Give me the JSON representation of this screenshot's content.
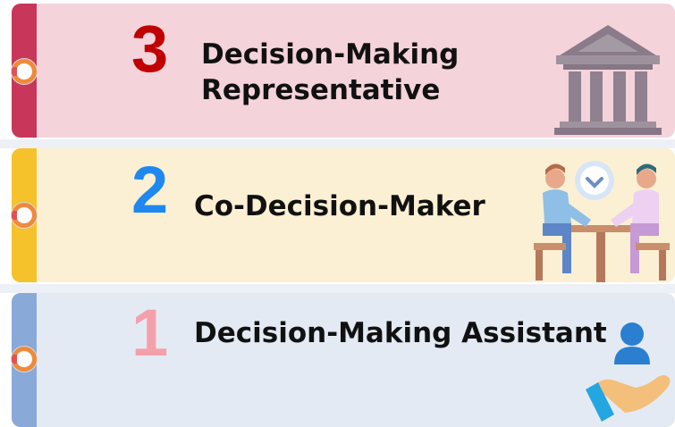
{
  "levels": [
    {
      "number": "3",
      "label_line1": "Decision-Making",
      "label_line2": "Representative",
      "icon": "government-building-icon",
      "colors": {
        "card": "#f5d3db",
        "stripe": "#c8375a",
        "number": "#c00000"
      }
    },
    {
      "number": "2",
      "label_line1": "Co-Decision-Maker",
      "icon": "two-people-at-table-icon",
      "colors": {
        "card": "#fbf0d3",
        "stripe": "#f6c22c",
        "number": "#1e88f0"
      }
    },
    {
      "number": "1",
      "label_line1": "Decision-Making Assistant",
      "icon": "hand-holding-person-icon",
      "colors": {
        "card": "#e4eaf3",
        "stripe": "#89a9d8",
        "number": "#f4a0ab"
      }
    }
  ]
}
